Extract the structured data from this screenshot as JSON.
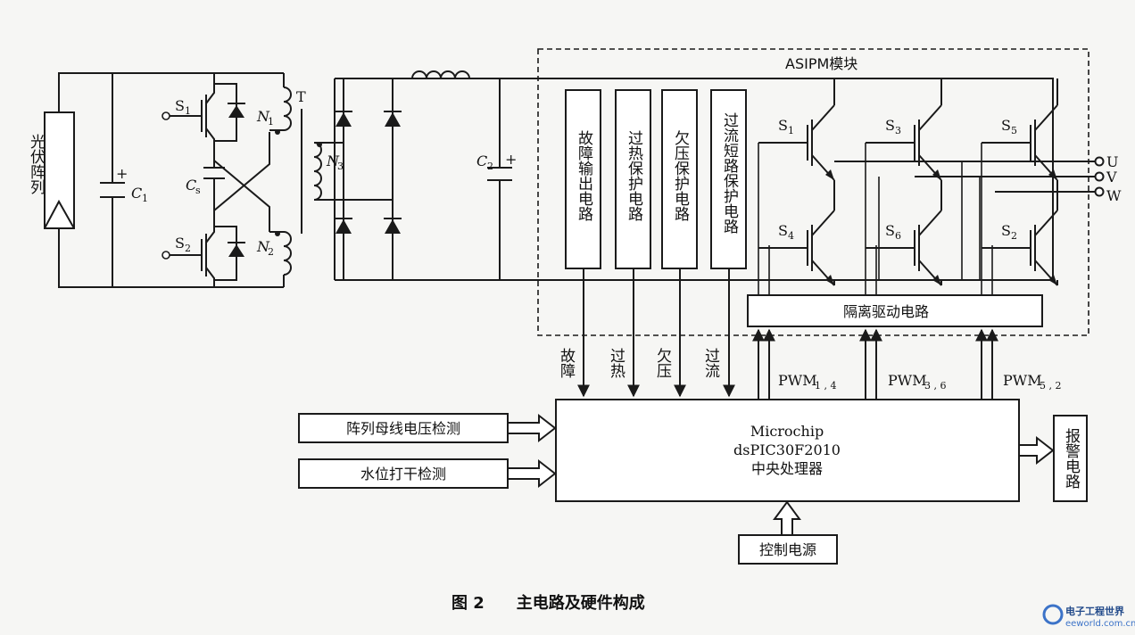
{
  "labels": {
    "pv_array": "光伏阵列",
    "c1": "C",
    "c1_sub": "1",
    "c2": "C",
    "c2_sub": "2",
    "cs": "C",
    "cs_sub": "s",
    "s1": "S",
    "s1_sub": "1",
    "s2": "S",
    "s2_sub": "2",
    "n1": "N",
    "n1_sub": "1",
    "n2": "N",
    "n2_sub": "2",
    "n3": "N",
    "n3_sub": "3",
    "transformer": "T",
    "plus": "+",
    "asipm": "ASIPM模块",
    "fault_out": "故障输出电路",
    "over_heat_prot": "过热保护电路",
    "under_volt_prot": "欠压保护电路",
    "over_curr_prot": "过流短路保护电路",
    "ms1": "S",
    "ms1_sub": "1",
    "ms3": "S",
    "ms3_sub": "3",
    "ms5": "S",
    "ms5_sub": "5",
    "ms4": "S",
    "ms4_sub": "4",
    "ms6": "S",
    "ms6_sub": "6",
    "ms2": "S",
    "ms2_sub": "2",
    "u": "U",
    "v": "V",
    "w": "W",
    "iso_drive": "隔离驱动电路",
    "sig_fault": "故障",
    "sig_heat": "过热",
    "sig_under": "欠压",
    "sig_over": "过流",
    "pwm14": "PWM",
    "pwm14_sub": "1 , 4",
    "pwm36": "PWM",
    "pwm36_sub": "3 , 6",
    "pwm52": "PWM",
    "pwm52_sub": "5 , 2",
    "cpu_line1": "Microchip",
    "cpu_line2": "dsPIC30F2010",
    "cpu_line3": "中央处理器",
    "bus_detect": "阵列母线电压检测",
    "water_detect": "水位打干检测",
    "alarm": "报警电路",
    "power": "控制电源",
    "caption": "图 2　　主电路及硬件构成",
    "watermark1": "电子工程世界",
    "watermark2": "eeworld.com.cn"
  }
}
